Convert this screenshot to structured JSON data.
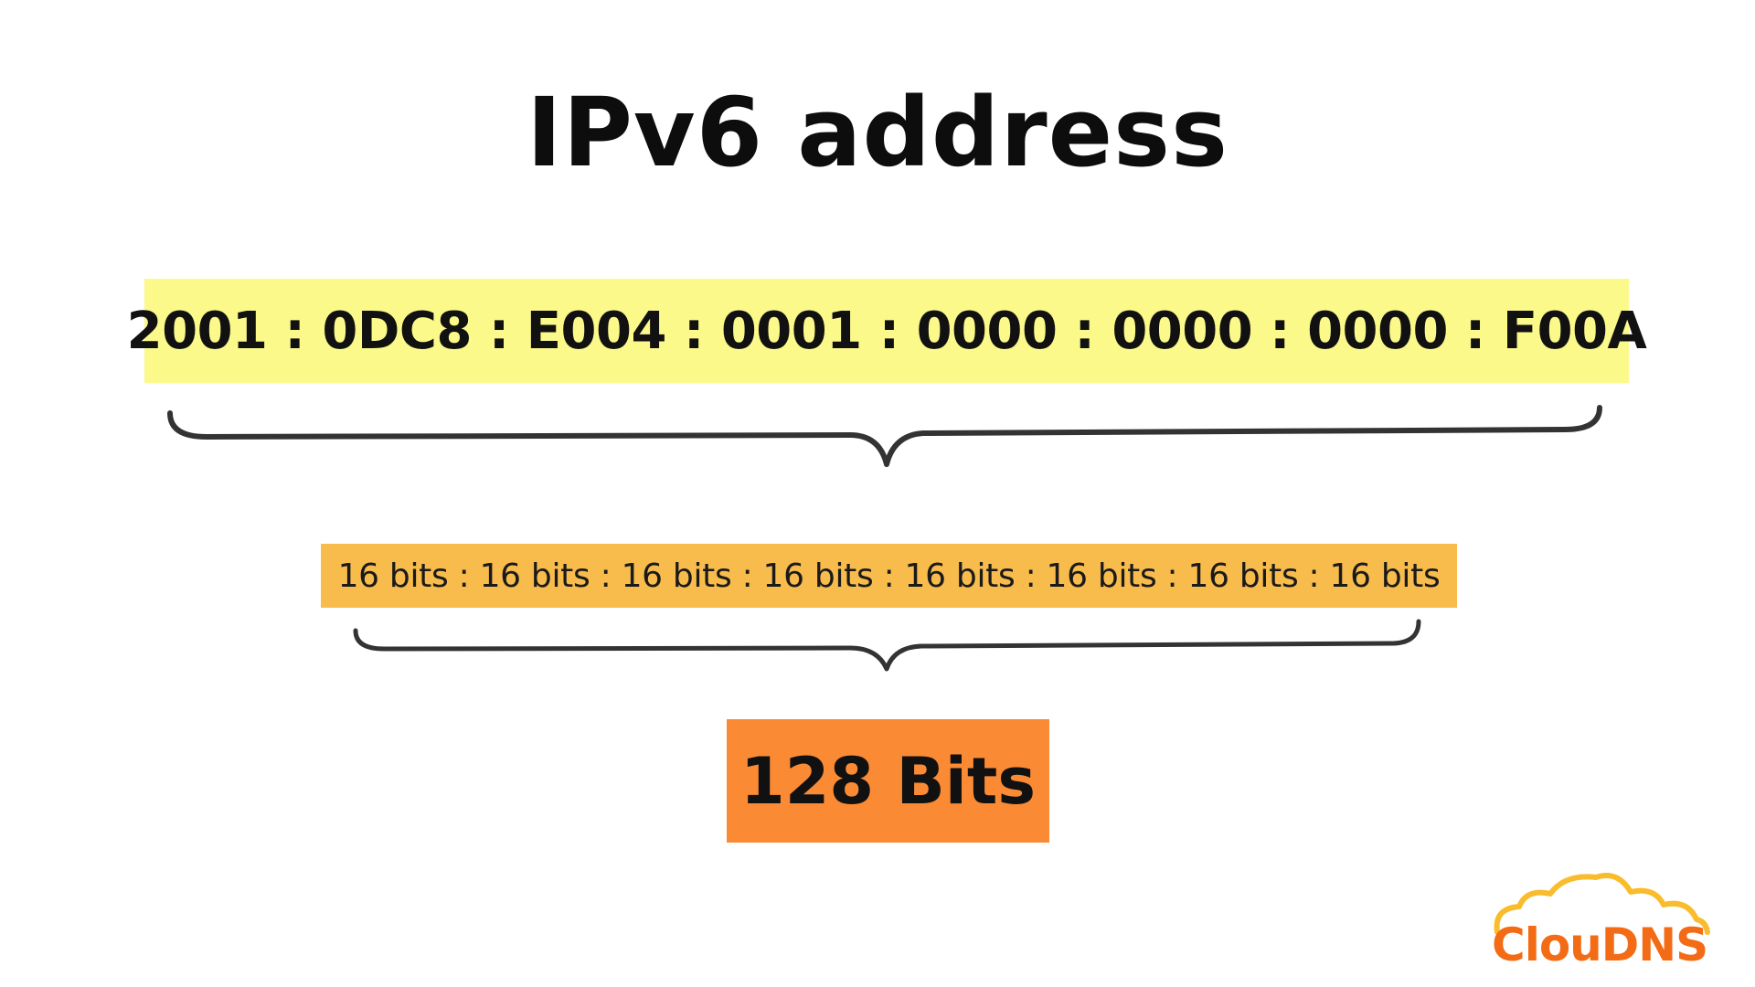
{
  "title": "IPv6 address",
  "address": {
    "text": "2001 : 0DC8 : E004 : 0001 : 0000 : 0000 : 0000 : F00A",
    "groups": [
      "2001",
      "0DC8",
      "E004",
      "0001",
      "0000",
      "0000",
      "0000",
      "F00A"
    ],
    "color": "#fbf98a"
  },
  "bits": {
    "text": "16 bits : 16 bits : 16 bits : 16 bits : 16 bits : 16 bits : 16 bits : 16 bits",
    "color": "#f8bc4c"
  },
  "total": {
    "text": "128 Bits",
    "color": "#fb8a35"
  },
  "logo": {
    "text": "ClouDNS",
    "color": "#f46b15",
    "accent": "#f8bc2c",
    "icon": "cloud-icon"
  },
  "colors": {
    "brace": "#333333",
    "text": "#111111"
  }
}
